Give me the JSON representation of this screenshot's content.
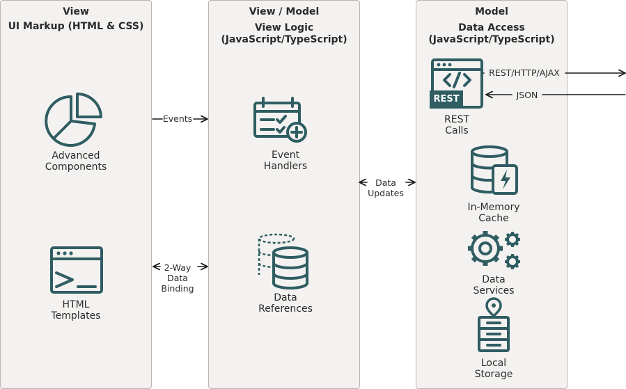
{
  "panels": {
    "view": {
      "title": "View",
      "subtitle": "UI Markup (HTML & CSS)"
    },
    "view_model": {
      "title": "View / Model",
      "subtitle_1": "View Logic",
      "subtitle_2": "(JavaScript/TypeScript)"
    },
    "model": {
      "title": "Model",
      "subtitle_1": "Data Access",
      "subtitle_2": "(JavaScript/TypeScript)"
    }
  },
  "nodes": {
    "advanced_components": {
      "line1": "Advanced",
      "line2": "Components",
      "icon": "pie-chart-icon"
    },
    "html_templates": {
      "line1": "HTML",
      "line2": "Templates",
      "icon": "terminal-window-icon"
    },
    "event_handlers": {
      "line1": "Event",
      "line2": "Handlers",
      "icon": "calendar-checklist-icon"
    },
    "data_references": {
      "line1": "Data",
      "line2": "References",
      "icon": "database-stack-icon"
    },
    "rest_calls": {
      "line1": "REST",
      "line2": "Calls",
      "badge": "REST",
      "icon": "code-window-icon"
    },
    "in_memory_cache": {
      "line1": "In-Memory",
      "line2": "Cache",
      "icon": "database-lightning-icon"
    },
    "data_services": {
      "line1": "Data",
      "line2": "Services",
      "icon": "gears-icon"
    },
    "local_storage": {
      "line1": "Local",
      "line2": "Storage",
      "icon": "storage-pin-icon"
    }
  },
  "connectors": {
    "events": {
      "label": "Events"
    },
    "two_way_binding": {
      "line1": "2-Way",
      "line2": "Data",
      "line3": "Binding"
    },
    "data_updates": {
      "line1": "Data",
      "line2": "Updates"
    },
    "rest_out": {
      "label": "REST/HTTP/AJAX"
    },
    "json_in": {
      "label": "JSON"
    }
  },
  "colors": {
    "icon": "#2f5d62",
    "panel_bg": "#f3f2f0",
    "panel_border": "#b8b6b3"
  }
}
